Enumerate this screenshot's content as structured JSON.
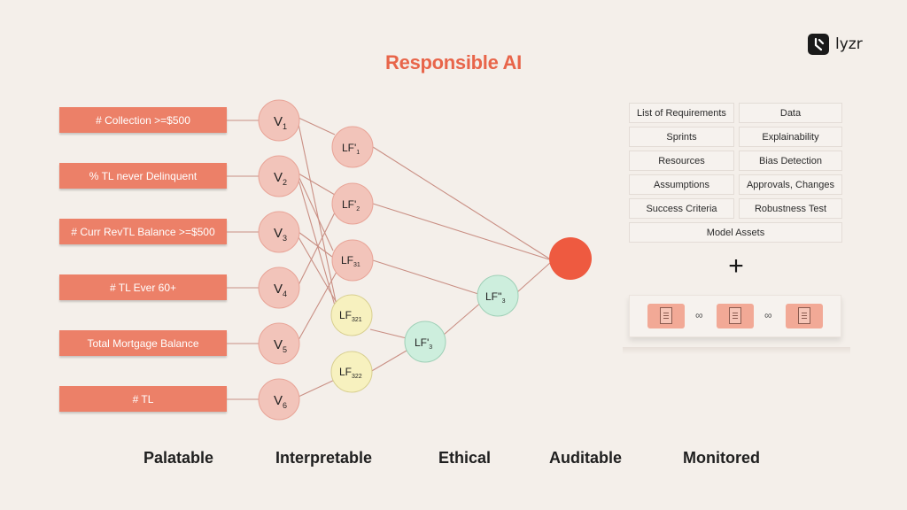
{
  "title": "Responsible AI",
  "brand": {
    "name": "lyzr",
    "icon": "lyzr-logo-icon"
  },
  "inputs": [
    "# Collection >=$500",
    "% TL never Delinquent",
    "# Curr RevTL Balance >=$500",
    "# TL Ever 60+",
    "Total Mortgage Balance",
    "# TL"
  ],
  "v_nodes": [
    {
      "base": "V",
      "sub": "1"
    },
    {
      "base": "V",
      "sub": "2"
    },
    {
      "base": "V",
      "sub": "3"
    },
    {
      "base": "V",
      "sub": "4"
    },
    {
      "base": "V",
      "sub": "5"
    },
    {
      "base": "V",
      "sub": "6"
    }
  ],
  "lf_nodes": [
    {
      "base": "LF'",
      "sub": "1"
    },
    {
      "base": "LF'",
      "sub": "2"
    },
    {
      "base": "LF",
      "sub": "31"
    },
    {
      "base": "LF",
      "sub": "321"
    },
    {
      "base": "LF",
      "sub": "322"
    },
    {
      "base": "LF'",
      "sub": "3"
    },
    {
      "base": "LF''",
      "sub": "3"
    }
  ],
  "requirements": [
    "List of Requirements",
    "Data",
    "Sprints",
    "Explainability",
    "Resources",
    "Bias Detection",
    "Assumptions",
    "Approvals, Changes",
    "Success Criteria",
    "Robustness Test"
  ],
  "model_assets": "Model Assets",
  "plus": "+",
  "footer": [
    "Palatable",
    "Interpretable",
    "Ethical",
    "Auditable",
    "Monitored"
  ],
  "colors": {
    "accent": "#e8654a",
    "input_box": "#ec8068",
    "node_pink": "#f2c4ba",
    "node_yellow": "#f7f1bf",
    "node_green": "#cdeedd",
    "output_node": "#ee5a40"
  }
}
